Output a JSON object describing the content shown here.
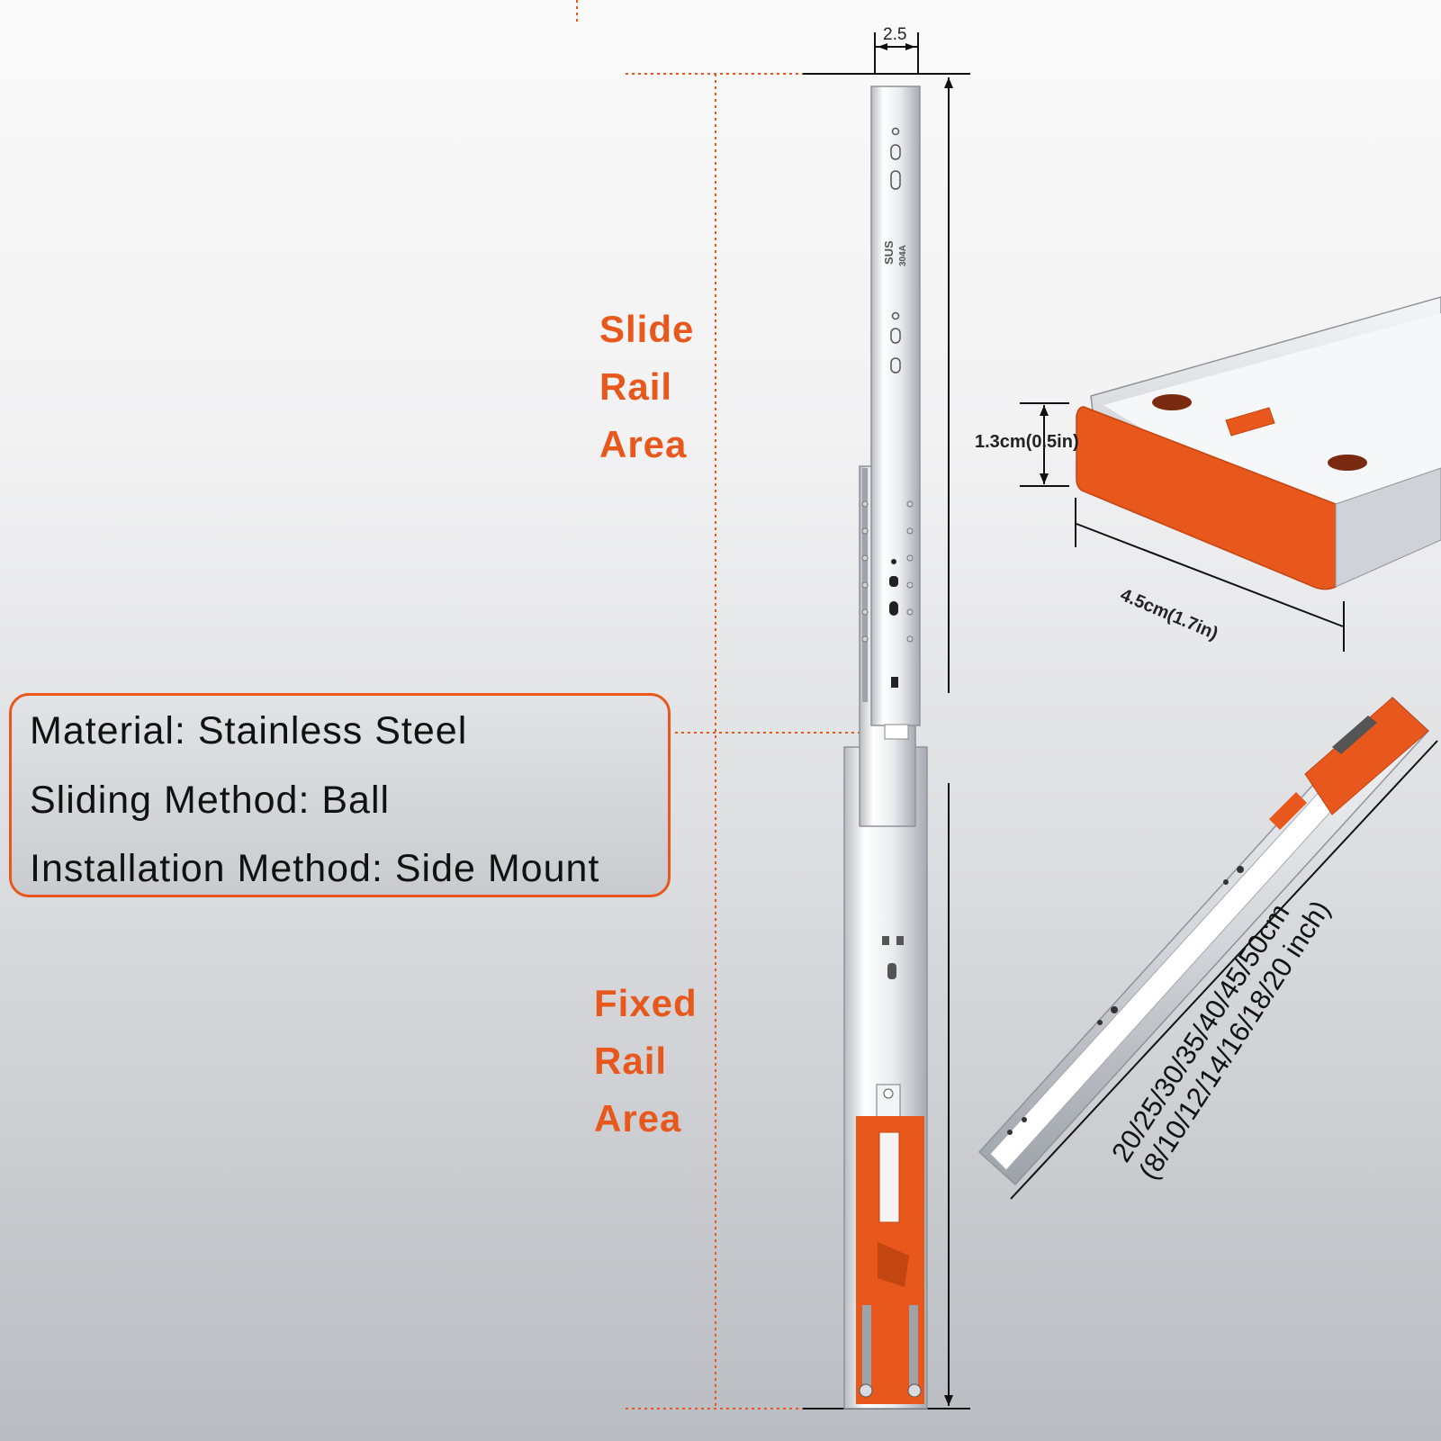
{
  "labels": {
    "slide_rail": [
      "Slide",
      "Rail",
      "Area"
    ],
    "fixed_rail": [
      "Fixed",
      "Rail",
      "Area"
    ]
  },
  "specs": [
    "Material: Stainless Steel",
    "Sliding Method: Ball",
    "Installation Method: Side Mount"
  ],
  "dimensions": {
    "width_top": "2.5",
    "end_height": "1.3cm(0.5in)",
    "end_width": "4.5cm(1.7in)",
    "lengths_cm": "20/25/30/35/40/45/50cm",
    "lengths_inch": "(8/10/12/14/16/18/20 inch)"
  },
  "rail_stamp": [
    "SUS",
    "304A"
  ],
  "colors": {
    "accent": "#e8581c",
    "steel": "#e6e8eb",
    "background": "#f2f2f3"
  }
}
